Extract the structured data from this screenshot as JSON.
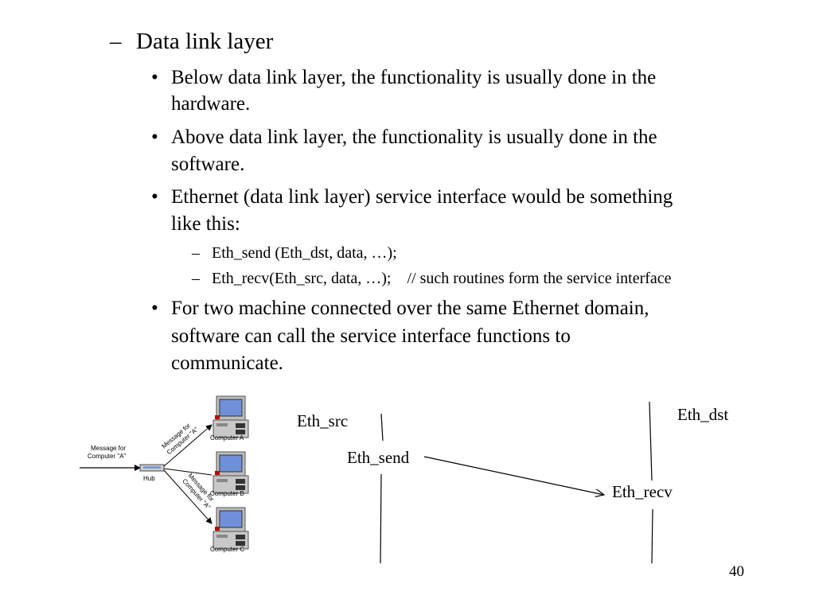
{
  "heading": {
    "marker": "–",
    "text": "Data link layer"
  },
  "bullets": {
    "b1": {
      "marker": "•",
      "lines": [
        "Below data link layer, the functionality is usually done in the",
        "hardware."
      ]
    },
    "b2": {
      "marker": "•",
      "lines": [
        "Above data link layer, the functionality is usually done in the",
        "software."
      ]
    },
    "b3": {
      "marker": "•",
      "lines": [
        "Ethernet (data link layer) service interface would be something",
        "like this:"
      ]
    },
    "b3_sub": [
      {
        "marker": "–",
        "text": "Eth_send (Eth_dst, data, …);"
      },
      {
        "marker": "–",
        "text": "Eth_recv(Eth_src, data, …);    // such routines form the service interface"
      }
    ],
    "b4": {
      "marker": "•",
      "lines": [
        "For two machine connected over the same Ethernet domain,",
        "software can call the service interface functions to",
        "communicate."
      ]
    }
  },
  "network_figure": {
    "incoming_label": [
      "Message for",
      "Computer \"A\""
    ],
    "hub_label": "Hub",
    "msg_up_label": [
      "Message for",
      "Computer \"A\""
    ],
    "msg_down_label": [
      "Message for",
      "Computer \"A\""
    ],
    "computers": [
      "Computer A",
      "Computer B",
      "Computer C"
    ],
    "monitor_color": "#6f8fd8"
  },
  "timeline": {
    "eth_src": "Eth_src",
    "eth_dst": "Eth_dst",
    "eth_send": "Eth_send",
    "eth_recv": "Eth_recv"
  },
  "page_number": "40"
}
